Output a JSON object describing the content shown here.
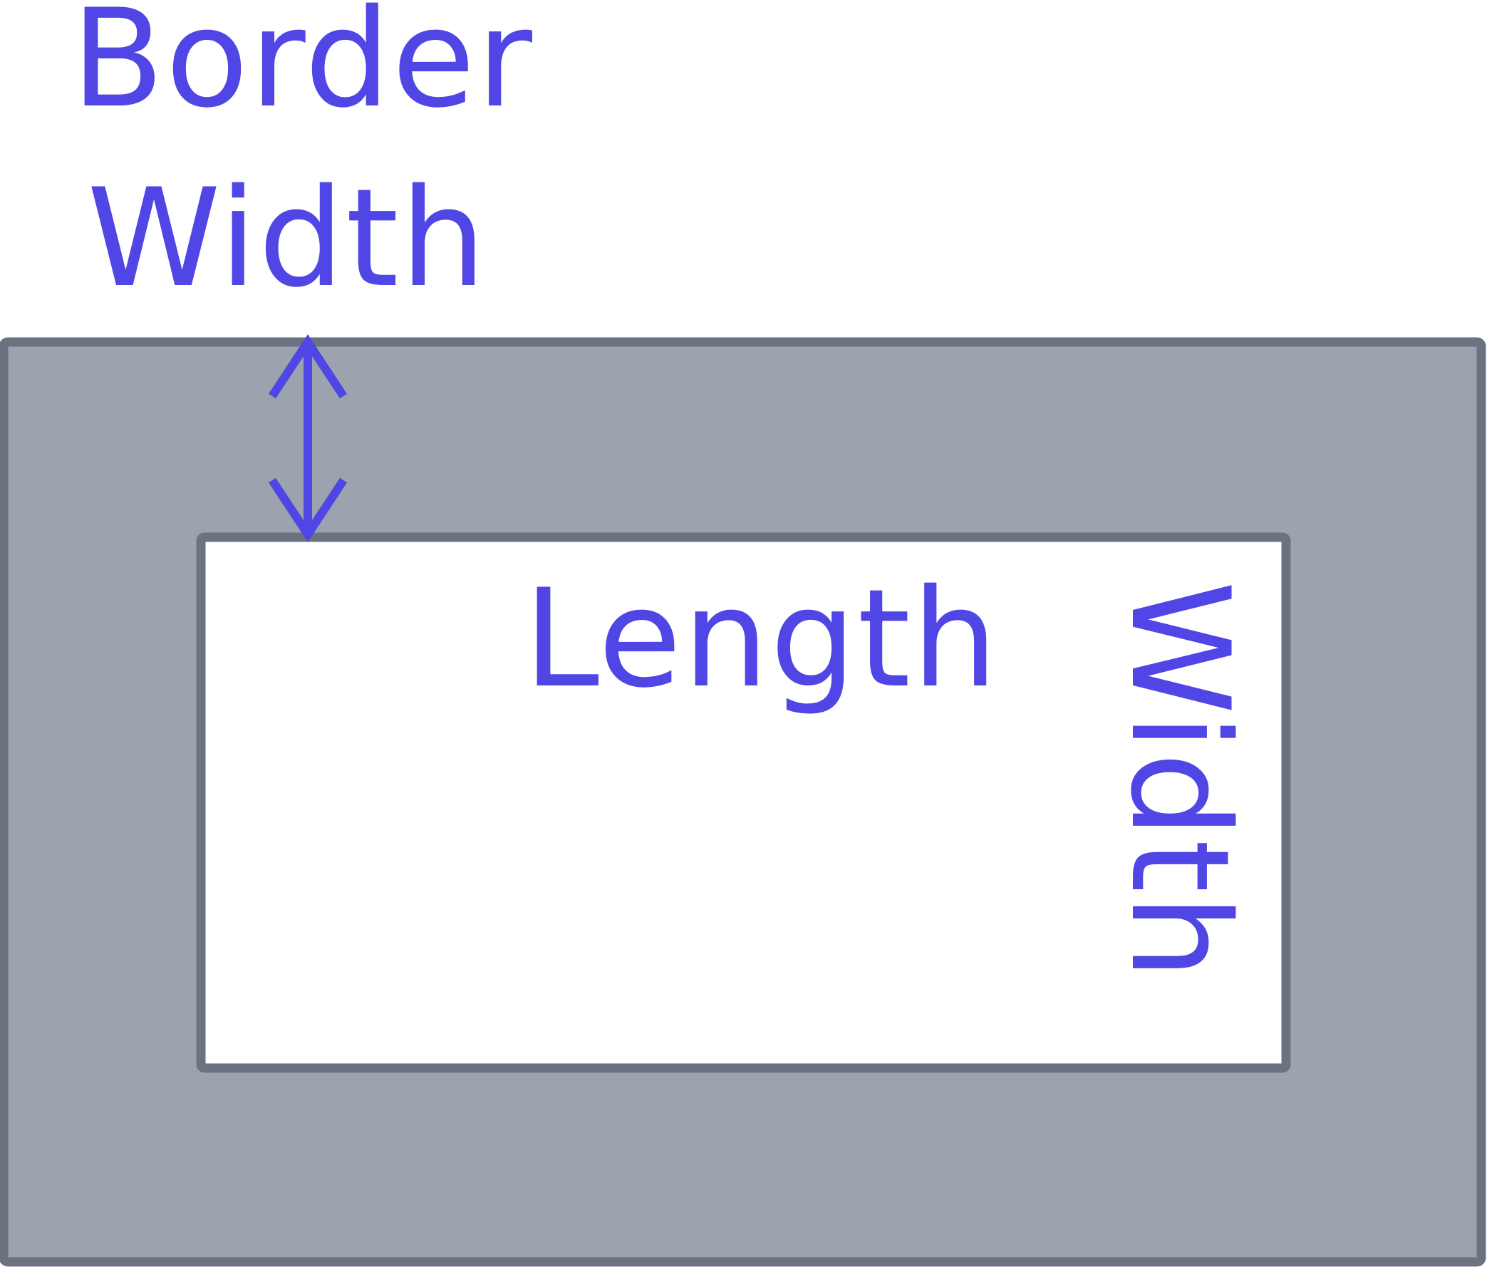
{
  "diagram": {
    "title_line1": "Border",
    "title_line2": "Width",
    "inner_horizontal_label": "Length",
    "inner_vertical_label": "Width"
  },
  "colors": {
    "text_accent": "#4F46E5",
    "border_fill": "#9CA3AF",
    "border_stroke": "#6B7280",
    "inner_fill": "#FFFFFF",
    "background": "#FFFFFF"
  },
  "icons": {
    "border_width_indicator": "double-headed-arrow-icon"
  }
}
